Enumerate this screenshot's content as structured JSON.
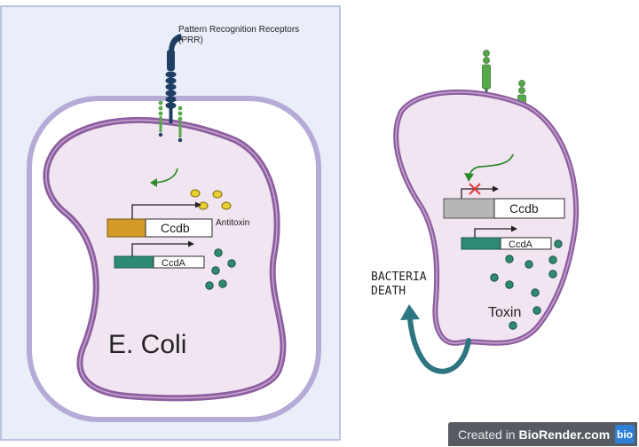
{
  "left": {
    "prr_label_line1": "Pattern Recognition Receptors",
    "prr_label_line2": "(PRR)",
    "antitoxin_label": "Antitoxin",
    "ccdb_label": "Ccdb",
    "ccda_label": "CcdA",
    "cell_label": "E. Coli"
  },
  "right": {
    "ccdb_label": "Ccdb",
    "ccda_label": "CcdA",
    "toxin_label": "Toxin",
    "death_line1": "BACTERIA",
    "death_line2": "DEATH"
  },
  "watermark": {
    "prefix": "Created in ",
    "brand": "BioRender.com",
    "logo": "bio"
  },
  "colors": {
    "panel_bg": "#e9eef9",
    "panel_border": "#a7b5d6",
    "capsule": "#b6abd7",
    "membrane": "#8d5e9f",
    "cytoplasm": "#f1e5f1",
    "receptor_navy": "#1f3e63",
    "receptor_green": "#57a84a",
    "ccdb_gene": "#d39a26",
    "ccda_gene": "#2f8a75",
    "toxin": "#2e8a70",
    "antitoxin": "#e9cf2f",
    "blocked_gene": "#b6b6b6",
    "arrow_green": "#2c8a2a",
    "death_arrow": "#2d7580",
    "red_x": "#e23a3a"
  }
}
